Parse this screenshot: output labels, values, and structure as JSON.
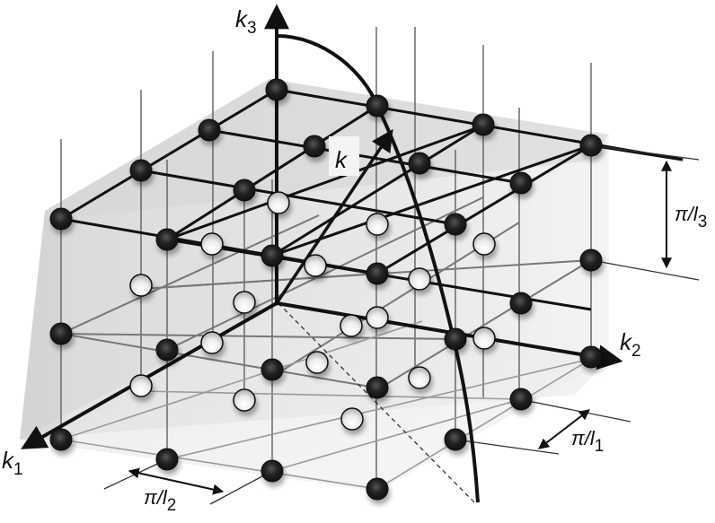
{
  "figure": {
    "description": "Lattice of allowed wave-vector states in k-space with spherical constant-|k| surface",
    "background_box_color": "#d9d9d9",
    "filled_state_color": "#1f1f1f",
    "empty_state_color": "#ffffff"
  },
  "axes": {
    "k1": {
      "symbol": "k",
      "subscript": "1"
    },
    "k2": {
      "symbol": "k",
      "subscript": "2"
    },
    "k3": {
      "symbol": "k",
      "subscript": "3"
    }
  },
  "vector": {
    "label": "k"
  },
  "spacings": [
    {
      "id": "spacing-l1",
      "prefix": "π/l",
      "subscript": "1"
    },
    {
      "id": "spacing-l2",
      "prefix": "π/l",
      "subscript": "2"
    },
    {
      "id": "spacing-l3",
      "prefix": "π/l",
      "subscript": "3"
    }
  ],
  "legend_states": {
    "filled": "black sphere (lattice point)",
    "open": "white sphere (lattice point)"
  }
}
